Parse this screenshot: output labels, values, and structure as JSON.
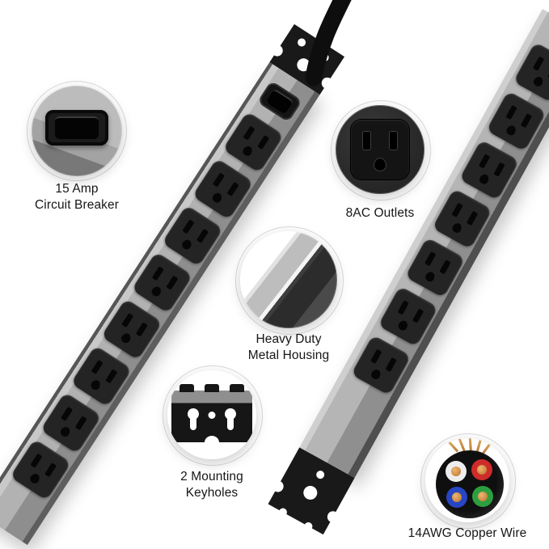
{
  "callouts": {
    "breaker": {
      "line1": "15 Amp",
      "line2": "Circuit Breaker"
    },
    "outlets": {
      "line1": "8AC Outlets"
    },
    "housing": {
      "line1": "Heavy Duty",
      "line2": "Metal Housing"
    },
    "keyholes": {
      "line1": "2 Mounting",
      "line2": "Keyholes"
    },
    "wire": {
      "line1": "14AWG Copper Wire"
    }
  },
  "strips": {
    "left": {
      "outlet_count": 8
    },
    "right": {
      "outlet_count": 7
    }
  },
  "colors": {
    "background": "#ffffff",
    "housing_gray": "#a9a9a9",
    "outlet_black": "#242424",
    "bracket_black": "#191919",
    "wire_red": "#cf2b2b",
    "wire_blue": "#2746c4",
    "wire_green": "#2d9e40",
    "wire_white": "#ededed",
    "copper": "#c98a45",
    "label_text": "#161616"
  }
}
